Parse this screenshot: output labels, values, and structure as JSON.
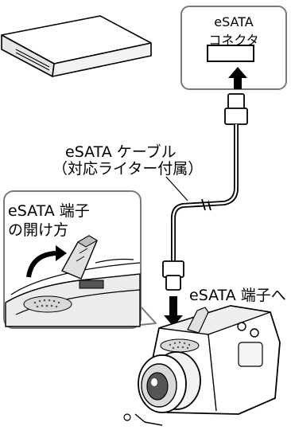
{
  "diagram": {
    "connector_label_line1": "eSATA",
    "connector_label_line2": "コネクタ",
    "cable_label_line1": "eSATA ケーブル",
    "cable_label_line2": "（対応ライター付属）",
    "inset_label_line1": "eSATA 端子",
    "inset_label_line2": "の開け方",
    "terminal_label": "eSATA 端子へ"
  },
  "colors": {
    "line": "#000000",
    "inset_border": "#7a7a7a",
    "gray_fill": "#d9d9d9",
    "dark_fill": "#555555"
  },
  "icons": [
    "writer-device-icon",
    "camcorder-icon",
    "cable-plug-icon",
    "arrow-up-icon",
    "arrow-down-icon",
    "curved-arrow-icon"
  ]
}
